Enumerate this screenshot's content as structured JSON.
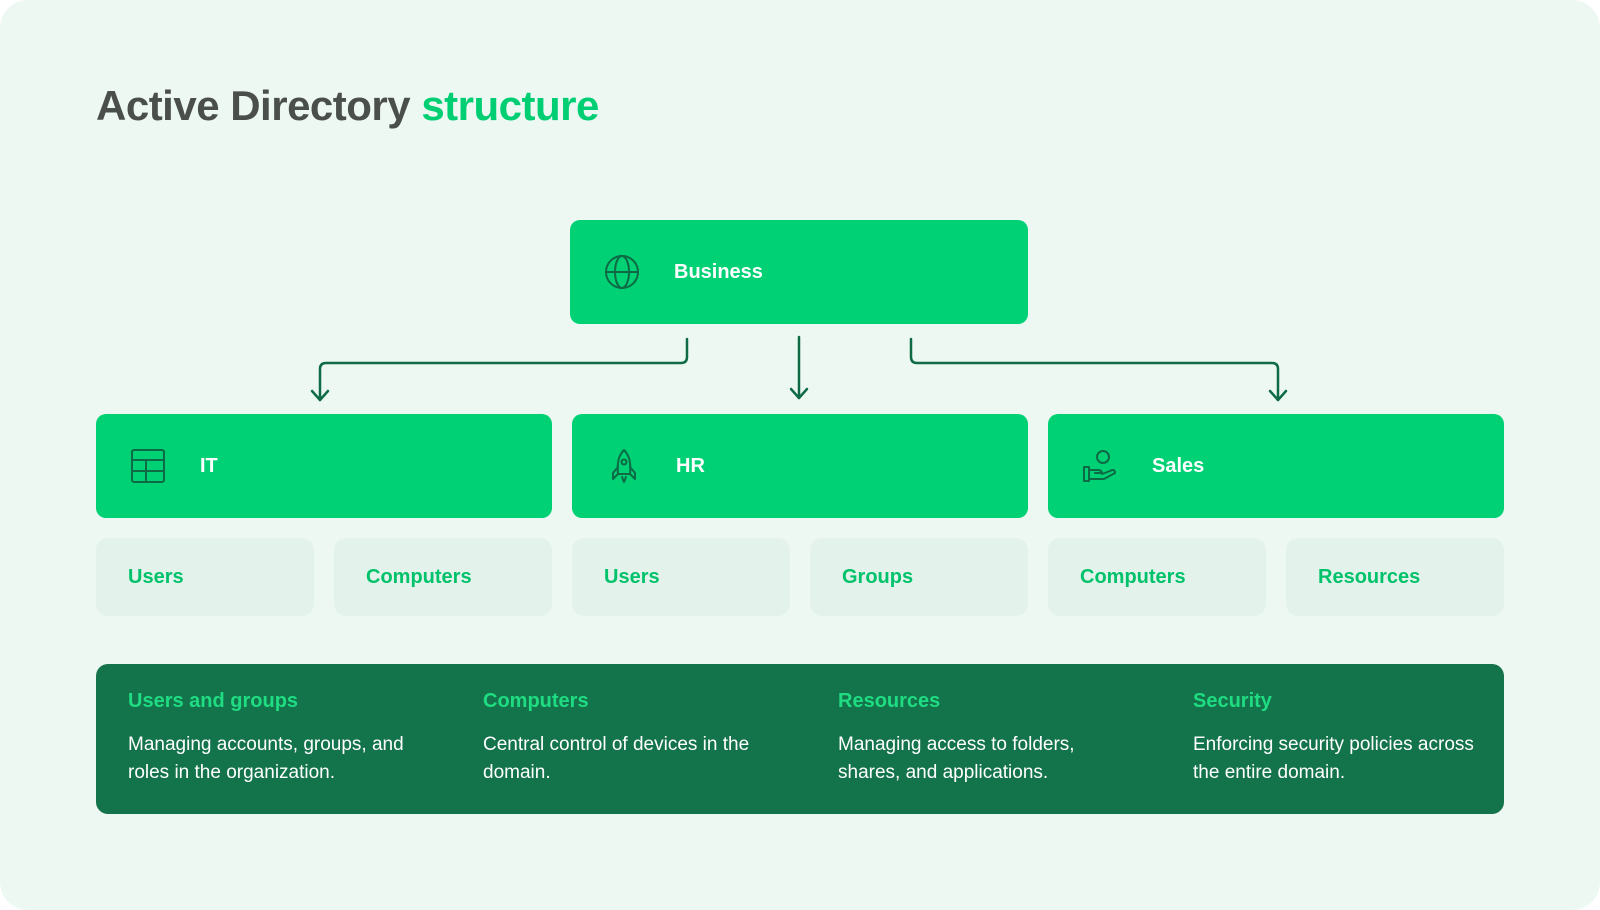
{
  "title": {
    "main": "Active Directory",
    "accent": "structure"
  },
  "root": {
    "label": "Business",
    "icon": "globe-icon"
  },
  "departments": [
    {
      "label": "IT",
      "icon": "table-icon"
    },
    {
      "label": "HR",
      "icon": "rocket-icon"
    },
    {
      "label": "Sales",
      "icon": "user-hand-icon"
    }
  ],
  "containers": [
    {
      "label": "Users"
    },
    {
      "label": "Computers"
    },
    {
      "label": "Users"
    },
    {
      "label": "Groups"
    },
    {
      "label": "Computers"
    },
    {
      "label": "Resources"
    }
  ],
  "info": [
    {
      "heading": "Users and groups",
      "text": "Managing accounts, groups, and roles in the organization."
    },
    {
      "heading": "Computers",
      "text": "Central control of devices in the domain."
    },
    {
      "heading": "Resources",
      "text": "Managing access to folders, shares, and applications."
    },
    {
      "heading": "Security",
      "text": "Enforcing security policies across the entire domain."
    }
  ],
  "colors": {
    "background": "#edf8f3",
    "title_text": "#4a4f4c",
    "accent": "#00ce72",
    "node_fill": "#00d174",
    "chip_fill": "#e3f3ec",
    "info_panel": "#13734b",
    "connector": "#0f6b45"
  }
}
